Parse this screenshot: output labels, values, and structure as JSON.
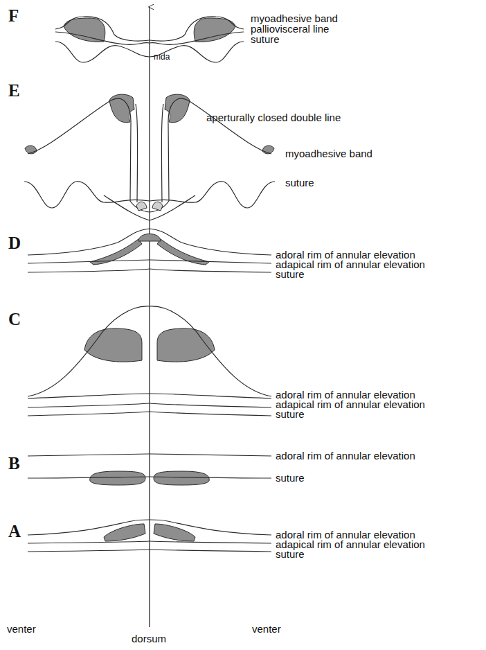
{
  "diagram": {
    "labels": [
      "F",
      "myoadhesive band",
      "palliovisceral line",
      "suture",
      "mda",
      "E",
      "aperturally closed double line",
      "myoadhesive band",
      "suture",
      "D",
      "adoral rim of annular elevation",
      "adapical rim of annular elevation",
      "suture",
      "C",
      "adoral rim of annular elevation",
      "adapical rim of annular elevation",
      "suture",
      "B",
      "adoral rim of annular elevation",
      "suture",
      "A",
      "adoral rim of annular elevation",
      "adapical rim of annular elevation",
      "suture",
      "venter",
      "dorsum",
      "venter"
    ]
  }
}
